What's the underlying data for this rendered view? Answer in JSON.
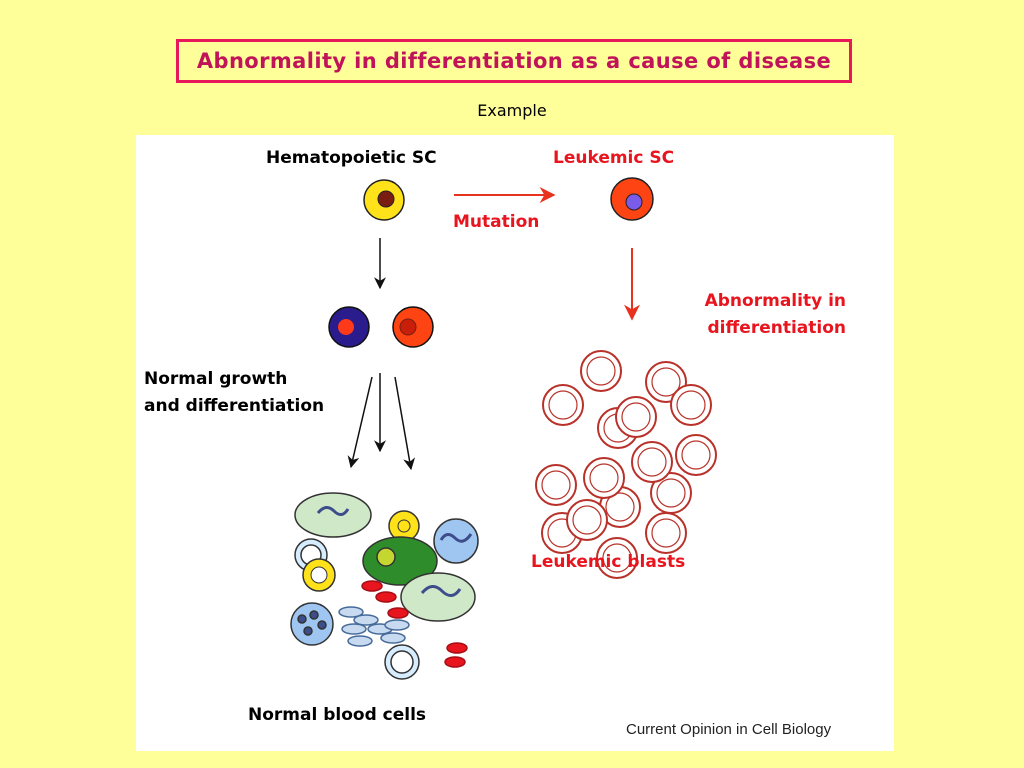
{
  "title": "Abnormality in differentiation as a cause of disease",
  "subtitle": "Example",
  "diagram": {
    "hsc_label": "Hematopoietic SC",
    "leukemic_sc_label": "Leukemic SC",
    "mutation_label": "Mutation",
    "abnormality_label_line1": "Abnormality in",
    "abnormality_label_line2": "differentiation",
    "normal_growth_line1": "Normal growth",
    "normal_growth_line2": "and differentiation",
    "leukemic_blasts_label": "Leukemic blasts",
    "normal_blood_cells_label": "Normal blood cells",
    "credit": "Current Opinion in Cell Biology"
  },
  "colors": {
    "background": "#ffff99",
    "title_border": "#e8195a",
    "title_text": "#c0135a",
    "label_red": "#e8141e",
    "arrow_red": "#e8321e"
  }
}
